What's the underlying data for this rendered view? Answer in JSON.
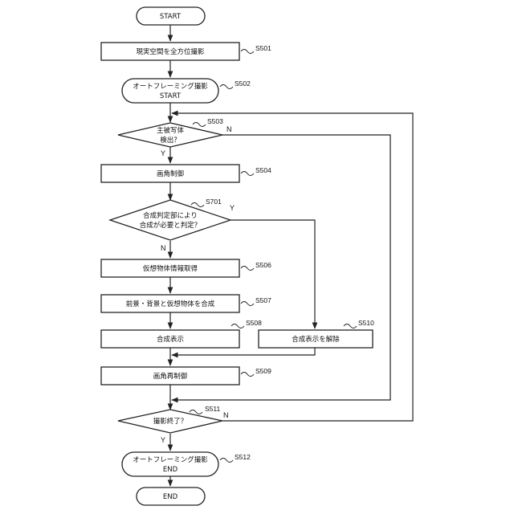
{
  "colors": {
    "line": "#222222",
    "fill": "#ffffff",
    "text": "#111111"
  },
  "nodes": {
    "start": "START",
    "s501": "現実空間を全方位撮影",
    "s502_line1": "オートフレーミング撮影",
    "s502_line2": "START",
    "s503_line1": "主被写体",
    "s503_line2": "検出？",
    "s504": "画角制御",
    "s701_line1": "合成判定部により",
    "s701_line2": "合成が必要と判定？",
    "s506": "仮想物体情報取得",
    "s507": "前景・背景と仮想物体を合成",
    "s508": "合成表示",
    "s510": "合成表示を解除",
    "s509": "画角再制御",
    "s511": "撮影終了？",
    "s512_line1": "オートフレーミング撮影",
    "s512_line2": "END",
    "end": "END"
  },
  "steps": {
    "s501": "S501",
    "s502": "S502",
    "s503": "S503",
    "s504": "S504",
    "s701": "S701",
    "s506": "S506",
    "s507": "S507",
    "s508": "S508",
    "s510": "S510",
    "s509": "S509",
    "s511": "S511",
    "s512": "S512"
  },
  "branches": {
    "yes": "Y",
    "no": "N"
  }
}
